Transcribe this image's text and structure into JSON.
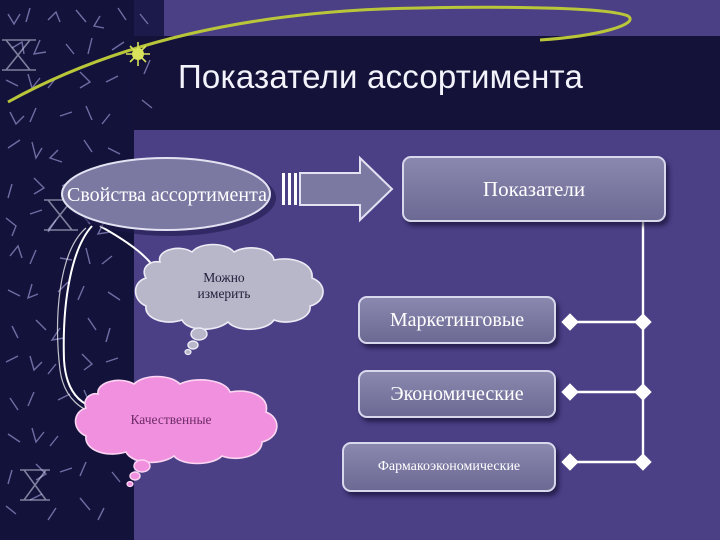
{
  "title": "Показатели ассортимента",
  "nodes": {
    "properties": "Свойства ассортимента",
    "indicators": "Показатели",
    "measurable": "Можно измерить",
    "qualitative": "Качественные",
    "marketing": "Маркетинговые",
    "economic": "Экономические",
    "pharmacoeconomic": "Фармакоэкономические"
  },
  "colors": {
    "background": "#4b3f86",
    "title_band": "#141238",
    "box_fill": "#7c7aa2",
    "cloud_gray": "#b8b7c9",
    "cloud_pink": "#f290e0",
    "accent_green": "#b9c63a"
  }
}
